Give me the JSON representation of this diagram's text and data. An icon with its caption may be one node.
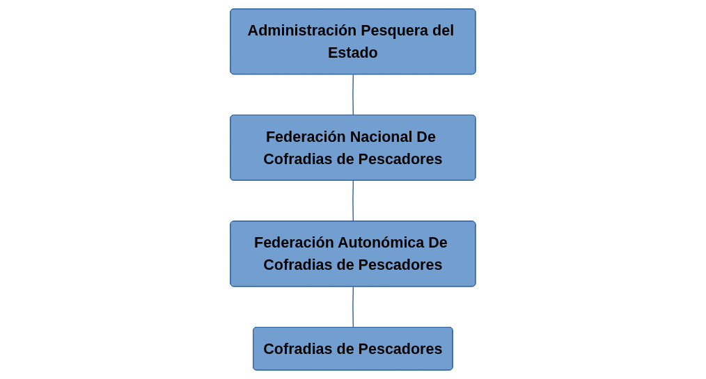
{
  "diagram": {
    "nodes": [
      {
        "text": [
          "Administración Pesquera del Estado"
        ]
      },
      {
        "text": [
          "Federación Nacional De Cofradias de Pescadores"
        ]
      },
      {
        "text": [
          "Federación Autonómica De Cofradias de Pescadores"
        ]
      },
      {
        "text": [
          "Cofradias de Pescadores"
        ]
      }
    ],
    "edges": [
      {
        "from": 0,
        "to": 1,
        "arrow": "none"
      },
      {
        "from": 1,
        "to": 2,
        "arrow": "none"
      },
      {
        "from": 2,
        "to": 3,
        "arrow": "none"
      }
    ]
  }
}
